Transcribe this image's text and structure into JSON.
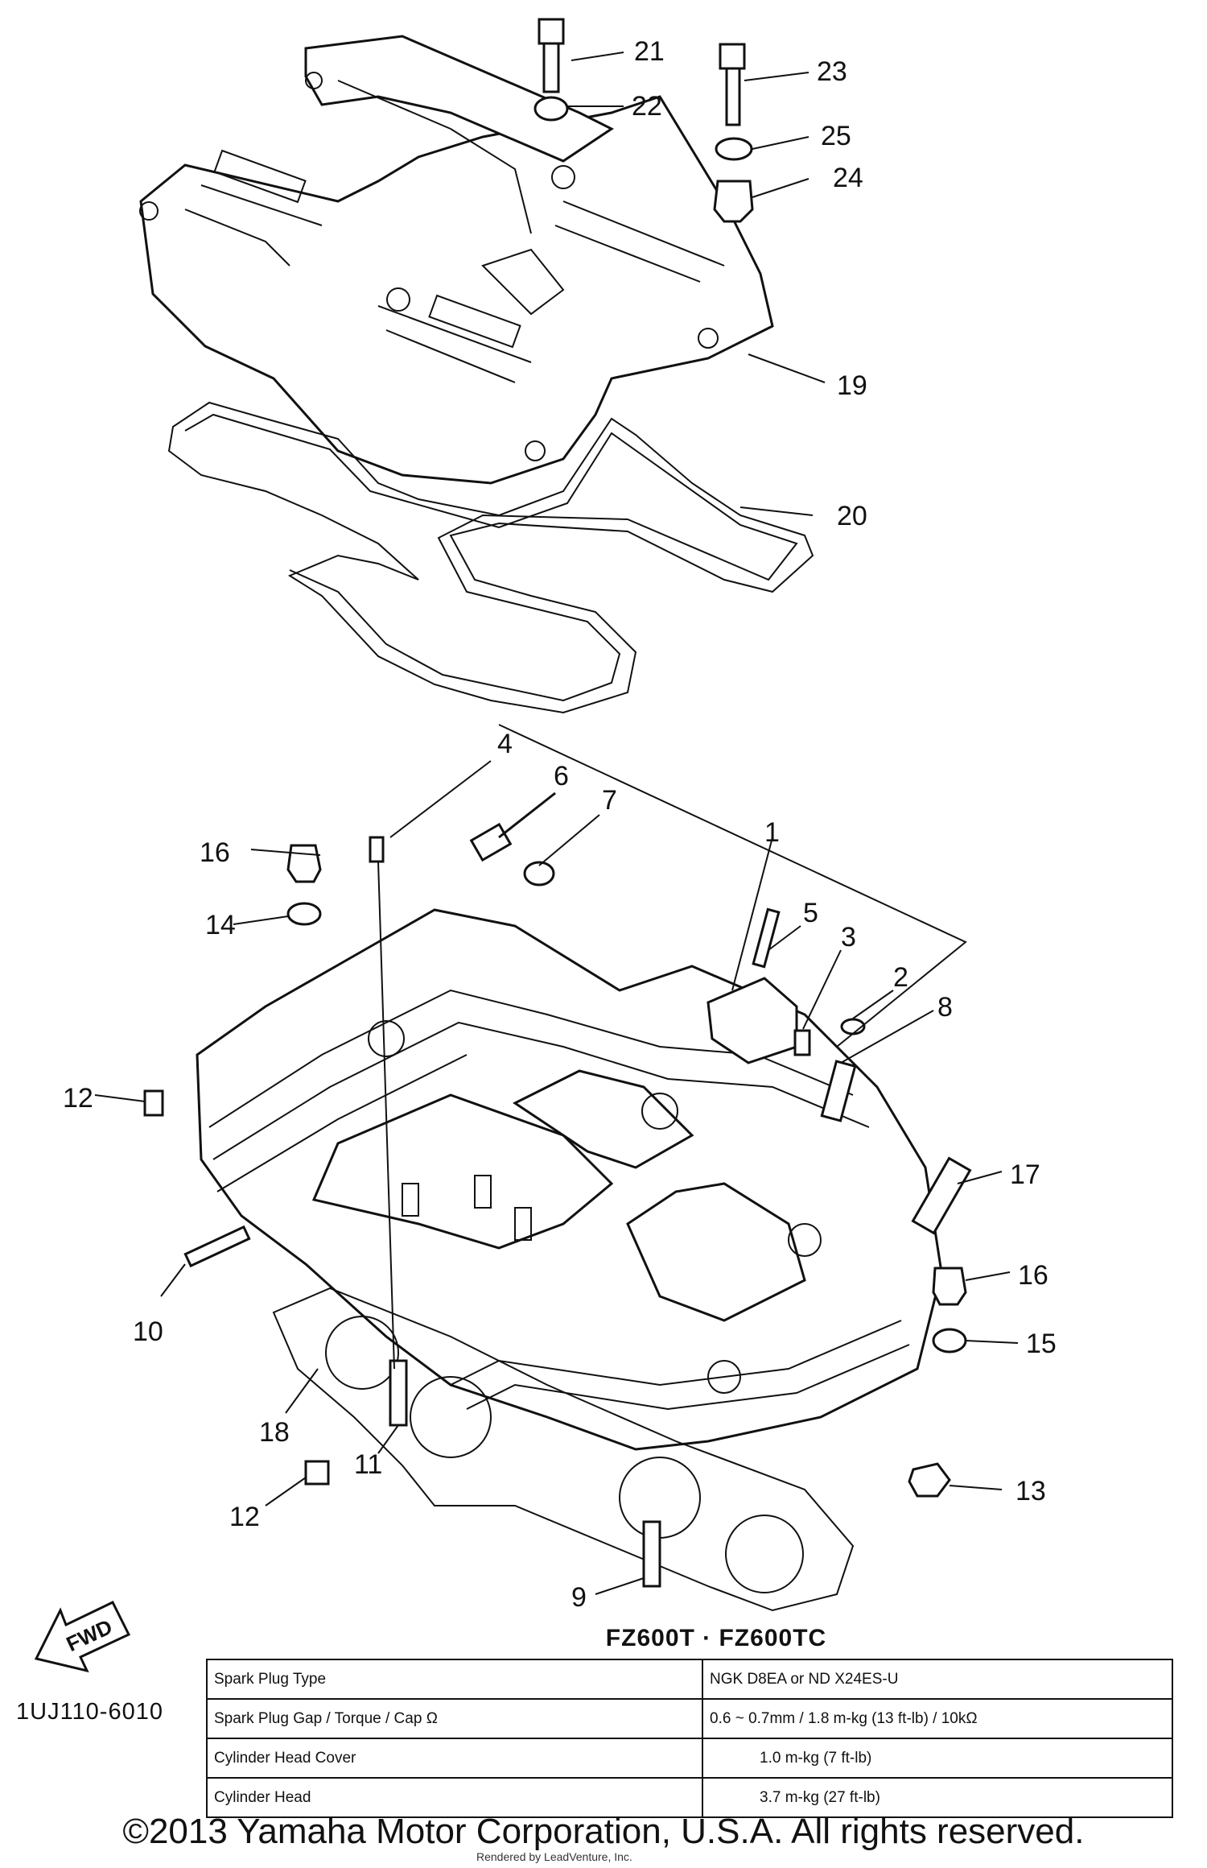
{
  "callouts": [
    "1",
    "2",
    "3",
    "4",
    "5",
    "6",
    "7",
    "8",
    "9",
    "10",
    "11",
    "12",
    "12",
    "13",
    "14",
    "15",
    "16",
    "16",
    "17",
    "18",
    "19",
    "20",
    "21",
    "22",
    "23",
    "24",
    "25"
  ],
  "fwd_label": "FWD",
  "part_code": "1UJ110-6010",
  "model_title": "FZ600T · FZ600TC",
  "spec_table": [
    {
      "label": "Spark Plug Type",
      "value": "NGK D8EA or ND X24ES-U"
    },
    {
      "label": "Spark Plug Gap / Torque / Cap Ω",
      "value": "0.6 ~ 0.7mm / 1.8 m-kg (13 ft-lb) / 10kΩ"
    },
    {
      "label": "Cylinder Head Cover",
      "value": "1.0 m-kg (7 ft-lb)"
    },
    {
      "label": "Cylinder Head",
      "value": "3.7 m-kg (27 ft-lb)"
    }
  ],
  "copyright": "©2013 Yamaha Motor Corporation, U.S.A. All rights reserved.",
  "credit": "Rendered by LeadVenture, Inc."
}
